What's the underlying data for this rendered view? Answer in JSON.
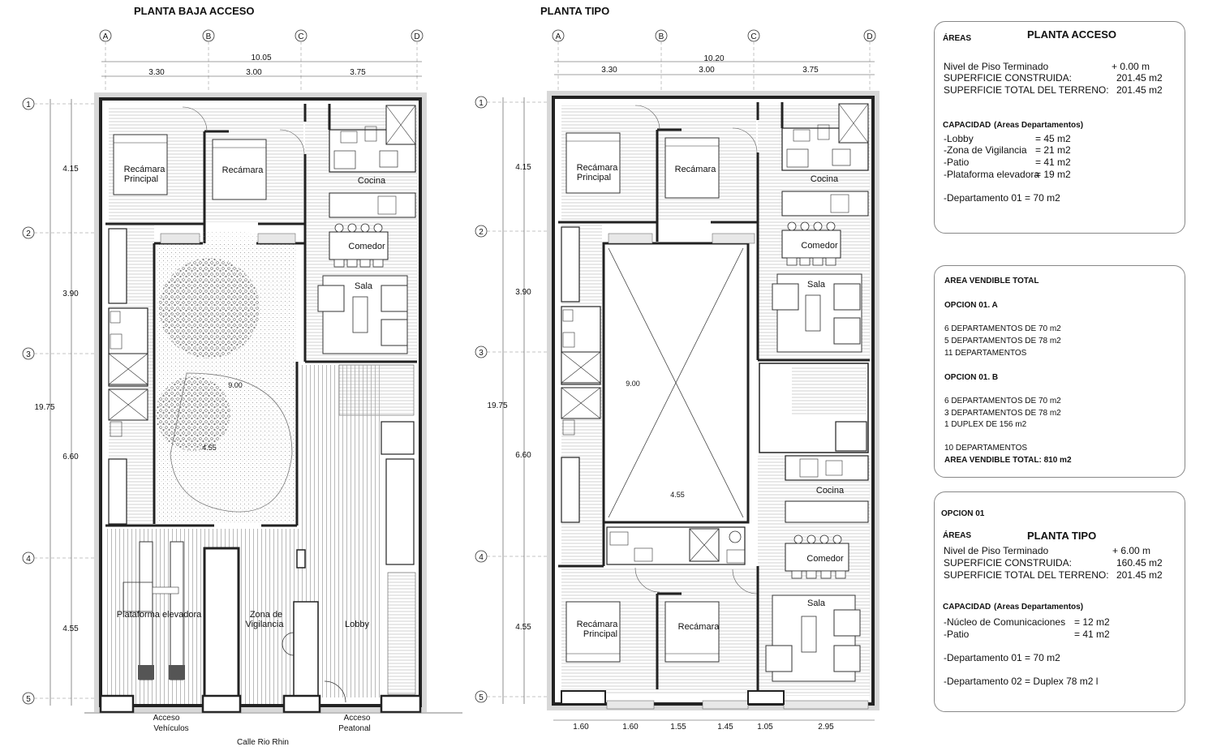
{
  "plan_left": {
    "title": "PLANTA BAJA ACCESO",
    "grid_cols": [
      "A",
      "B",
      "C",
      "D"
    ],
    "grid_rows": [
      "1",
      "2",
      "3",
      "4",
      "5"
    ],
    "total_width": "10.05",
    "col_dims": [
      "3.30",
      "3.00",
      "3.75"
    ],
    "total_height": "19.75",
    "row_dims": [
      "4.15",
      "3.90",
      "6.60",
      "4.55"
    ],
    "rooms": {
      "recamara_principal": "Recámara\nPrincipal",
      "recamara": "Recámara",
      "cocina": "Cocina",
      "comedor": "Comedor",
      "sala": "Sala",
      "plataforma": "Plataforma elevadora",
      "vigilancia": "Zona de\nVigilancia",
      "lobby": "Lobby"
    },
    "patio_dim_a": "9.00",
    "patio_dim_b": "4.55",
    "acceso_vehiculos": "Acceso\nVehículos",
    "acceso_peatonal": "Acceso\nPeatonal",
    "calle": "Calle Rio Rhin"
  },
  "plan_right": {
    "title": "PLANTA TIPO",
    "grid_cols": [
      "A",
      "B",
      "C",
      "D"
    ],
    "grid_rows": [
      "1",
      "2",
      "3",
      "4",
      "5"
    ],
    "total_width": "10.20",
    "col_dims": [
      "3.30",
      "3.00",
      "3.75"
    ],
    "total_height": "19.75",
    "row_dims": [
      "4.15",
      "3.90",
      "6.60",
      "4.55"
    ],
    "rooms": {
      "recamara_principal_top": "Recámara\nPrincipal",
      "recamara_top": "Recámara",
      "cocina_top": "Cocina",
      "comedor_top": "Comedor",
      "sala_top": "Sala",
      "cocina_bottom": "Cocina",
      "comedor_bottom": "Comedor",
      "sala_bottom": "Sala",
      "recamara_principal_bottom": "Recámara\nPrincipal",
      "recamara_bottom": "Recámara"
    },
    "void_dim_a": "9.00",
    "void_dim_b": "4.55",
    "bottom_dims": [
      "1.60",
      "1.60",
      "1.55",
      "1.45",
      "1.05",
      "2.95"
    ]
  },
  "panel_acceso": {
    "areas_label": "ÁREAS",
    "title": "PLANTA ACCESO",
    "rows": [
      {
        "label": "Nivel de Piso Terminado",
        "value": "+ 0.00 m"
      },
      {
        "label": "SUPERFICIE CONSTRUIDA:",
        "value": "201.45 m2"
      },
      {
        "label": "SUPERFICIE TOTAL DEL TERRENO:",
        "value": "201.45 m2"
      }
    ],
    "capacidad_label": "CAPACIDAD",
    "capacidad_sub": "(Areas Departamentos)",
    "cap_rows": [
      {
        "label": "-Lobby",
        "value": "= 45 m2"
      },
      {
        "label": "-Zona de Vigilancia",
        "value": "= 21 m2"
      },
      {
        "label": "-Patio",
        "value": "= 41 m2"
      },
      {
        "label": "-Plataforma elevadora",
        "value": "= 19 m2"
      }
    ],
    "depto": "-Departamento 01 = 70 m2"
  },
  "panel_vendible": {
    "title": "AREA VENDIBLE TOTAL",
    "opcion_a": "OPCION 01. A",
    "a_lines": [
      "6   DEPARTAMENTOS DE 70 m2",
      "5   DEPARTAMENTOS DE 78 m2",
      "11 DEPARTAMENTOS"
    ],
    "opcion_b": "OPCION 01. B",
    "b_lines": [
      "6 DEPARTAMENTOS DE 70 m2",
      "3 DEPARTAMENTOS DE 78 m2",
      "1 DUPLEX DE 156 m2"
    ],
    "b_total": "10 DEPARTAMENTOS",
    "total": "AREA VENDIBLE TOTAL: 810 m2"
  },
  "panel_tipo": {
    "opcion": "OPCION 01",
    "areas_label": "ÁREAS",
    "title": "PLANTA TIPO",
    "rows": [
      {
        "label": "Nivel de Piso Terminado",
        "value": "+ 6.00 m"
      },
      {
        "label": "SUPERFICIE CONSTRUIDA:",
        "value": "160.45 m2"
      },
      {
        "label": "SUPERFICIE TOTAL DEL TERRENO:",
        "value": "201.45 m2"
      }
    ],
    "capacidad_label": "CAPACIDAD",
    "capacidad_sub": "(Areas Departamentos)",
    "cap_rows": [
      {
        "label": "-Núcleo de Comunicaciones",
        "value": "=  12 m2"
      },
      {
        "label": "-Patio",
        "value": "=  41 m2"
      }
    ],
    "depto1": "-Departamento 01 = 70 m2",
    "depto2": "-Departamento 02 = Duplex 78 m2 l"
  },
  "colors": {
    "line": "#111111",
    "hatch": "#b5b5b5",
    "wall": "#2a2a2a",
    "panel_border": "#8a8a8a"
  }
}
